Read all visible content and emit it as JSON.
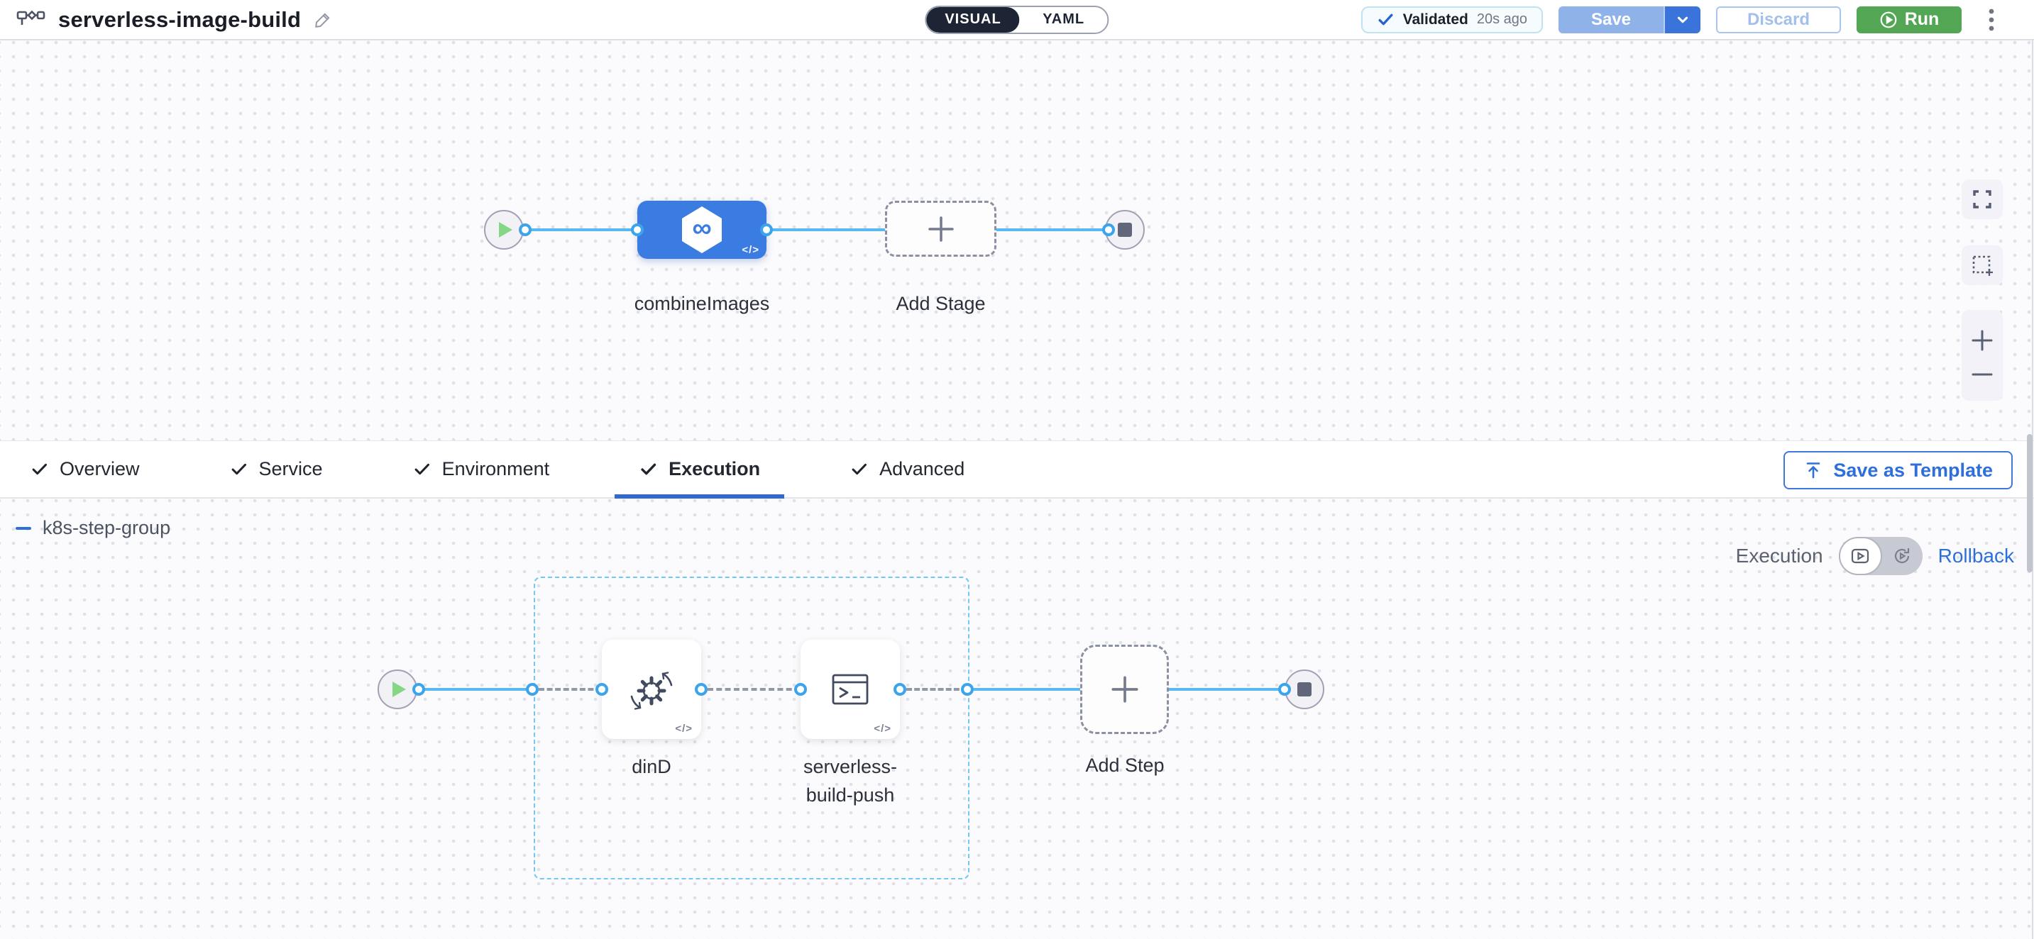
{
  "header": {
    "title": "serverless-image-build",
    "mode_toggle": {
      "visual": "VISUAL",
      "yaml": "YAML"
    },
    "validated": {
      "label": "Validated",
      "time": "20s ago"
    },
    "save_label": "Save",
    "discard_label": "Discard",
    "run_label": "Run"
  },
  "stage_canvas": {
    "stage_label": "combineImages",
    "add_stage_label": "Add Stage",
    "stage_icon_glyph": "∞",
    "code_marker": "</>"
  },
  "tabs": {
    "items": [
      {
        "label": "Overview",
        "active": false
      },
      {
        "label": "Service",
        "active": false
      },
      {
        "label": "Environment",
        "active": false
      },
      {
        "label": "Execution",
        "active": true
      },
      {
        "label": "Advanced",
        "active": false
      }
    ],
    "save_as_template_label": "Save as Template"
  },
  "execution_canvas": {
    "mode_label": "Execution",
    "rollback_label": "Rollback",
    "step_group": {
      "name": "k8s-step-group",
      "steps": [
        {
          "label": "dinD"
        },
        {
          "label": "serverless-build-push"
        }
      ]
    },
    "add_step_label": "Add Step"
  },
  "colors": {
    "accent_blue": "#2f6fda",
    "connector_blue": "#57b9f0",
    "port_blue": "#3ba4ec",
    "stage_blue": "#3b7ce2",
    "run_green": "#53a653",
    "play_green": "#85d685",
    "group_border_blue": "#74c7f1",
    "dashed_gray": "#9199a7",
    "canvas_dot": "#dfe1e7",
    "toggle_dark": "#1d2433"
  }
}
